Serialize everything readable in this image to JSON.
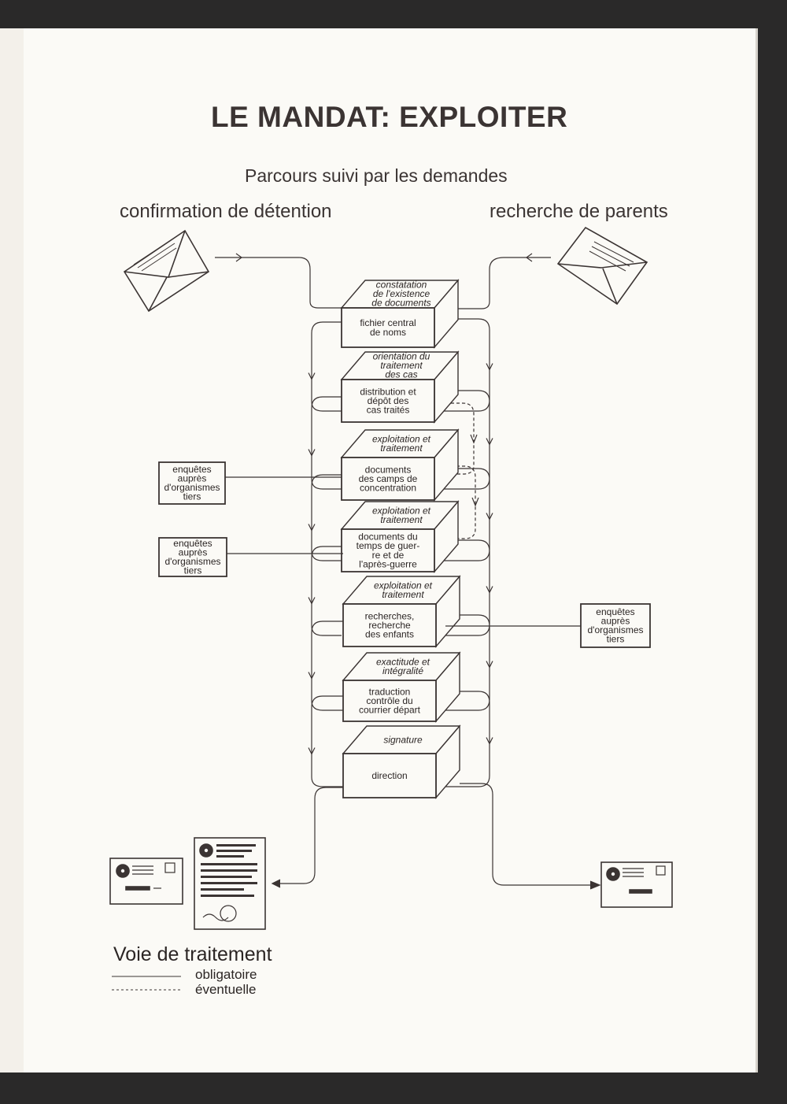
{
  "title": "LE MANDAT: EXPLOITER",
  "subtitle": "Parcours suivi par les demandes",
  "left_heading": "confirmation de détention",
  "right_heading": "recherche de parents",
  "steps": [
    {
      "top": [
        "constatation",
        "de l'existence",
        "de documents"
      ],
      "front": [
        "fichier central",
        "de noms"
      ]
    },
    {
      "top": [
        "orientation du",
        "traitement",
        "des cas"
      ],
      "front": [
        "distribution et",
        "dépôt des",
        "cas traités"
      ]
    },
    {
      "top": [
        "exploitation et",
        "traitement"
      ],
      "front": [
        "documents",
        "des camps de",
        "concentration"
      ]
    },
    {
      "top": [
        "exploitation et",
        "traitement"
      ],
      "front": [
        "documents du",
        "temps de guer-",
        "re et de",
        "l'après-guerre"
      ]
    },
    {
      "top": [
        "exploitation et",
        "traitement"
      ],
      "front": [
        "recherches,",
        "recherche",
        "des enfants"
      ]
    },
    {
      "top": [
        "exactitude et",
        "intégralité"
      ],
      "front": [
        "traduction",
        "contrôle du",
        "courrier départ"
      ]
    },
    {
      "top": [
        "signature"
      ],
      "front": [
        "direction"
      ]
    }
  ],
  "side_boxes": [
    {
      "lines": [
        "enquêtes",
        "auprès",
        "d'organismes",
        "tiers"
      ]
    },
    {
      "lines": [
        "enquêtes",
        "auprès",
        "d'organismes",
        "tiers"
      ]
    },
    {
      "lines": [
        "enquêtes",
        "auprès",
        "d'organismes",
        "tiers"
      ]
    }
  ],
  "legend": {
    "title": "Voie de traitement",
    "mandatory": "obligatoire",
    "optional": "éventuelle"
  },
  "colors": {
    "ink": "#3b3433",
    "paper": "#fbfaf6",
    "background": "#2a2929"
  }
}
